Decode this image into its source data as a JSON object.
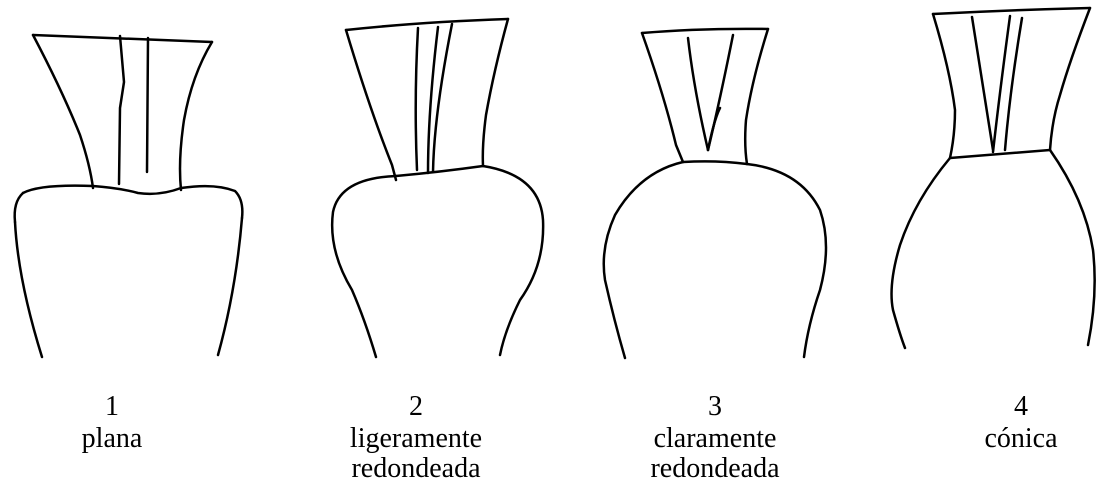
{
  "colors": {
    "ink": "#000000",
    "paper": "#ffffff"
  },
  "panels": [
    {
      "number": "1",
      "label": "plana"
    },
    {
      "number": "2",
      "label": "ligeramente\nredondeada"
    },
    {
      "number": "3",
      "label": "claramente\nredondeada"
    },
    {
      "number": "4",
      "label": "cónica"
    }
  ]
}
